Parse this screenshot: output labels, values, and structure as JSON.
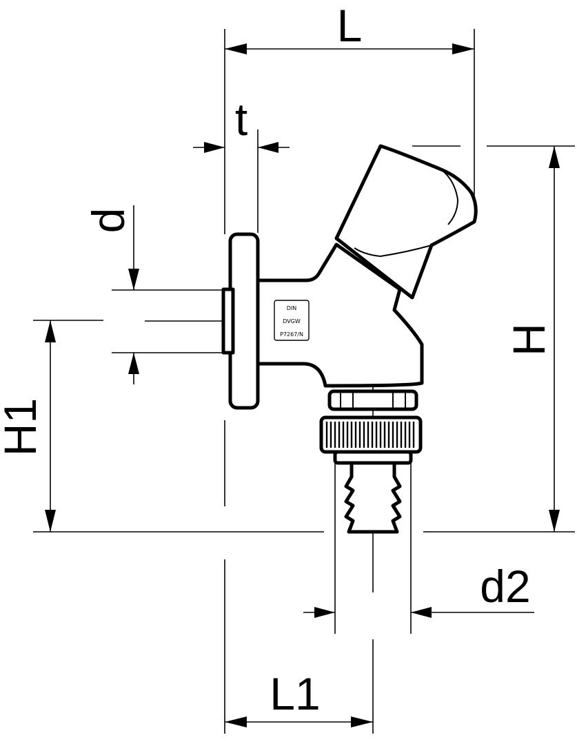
{
  "dimensions": {
    "L": "L",
    "t": "t",
    "d": "d",
    "H": "H",
    "H1": "H1",
    "d2": "d2",
    "L1": "L1"
  },
  "stamp": {
    "line1": "DIN",
    "line2": "DVGW",
    "line3": "P7267/N"
  }
}
